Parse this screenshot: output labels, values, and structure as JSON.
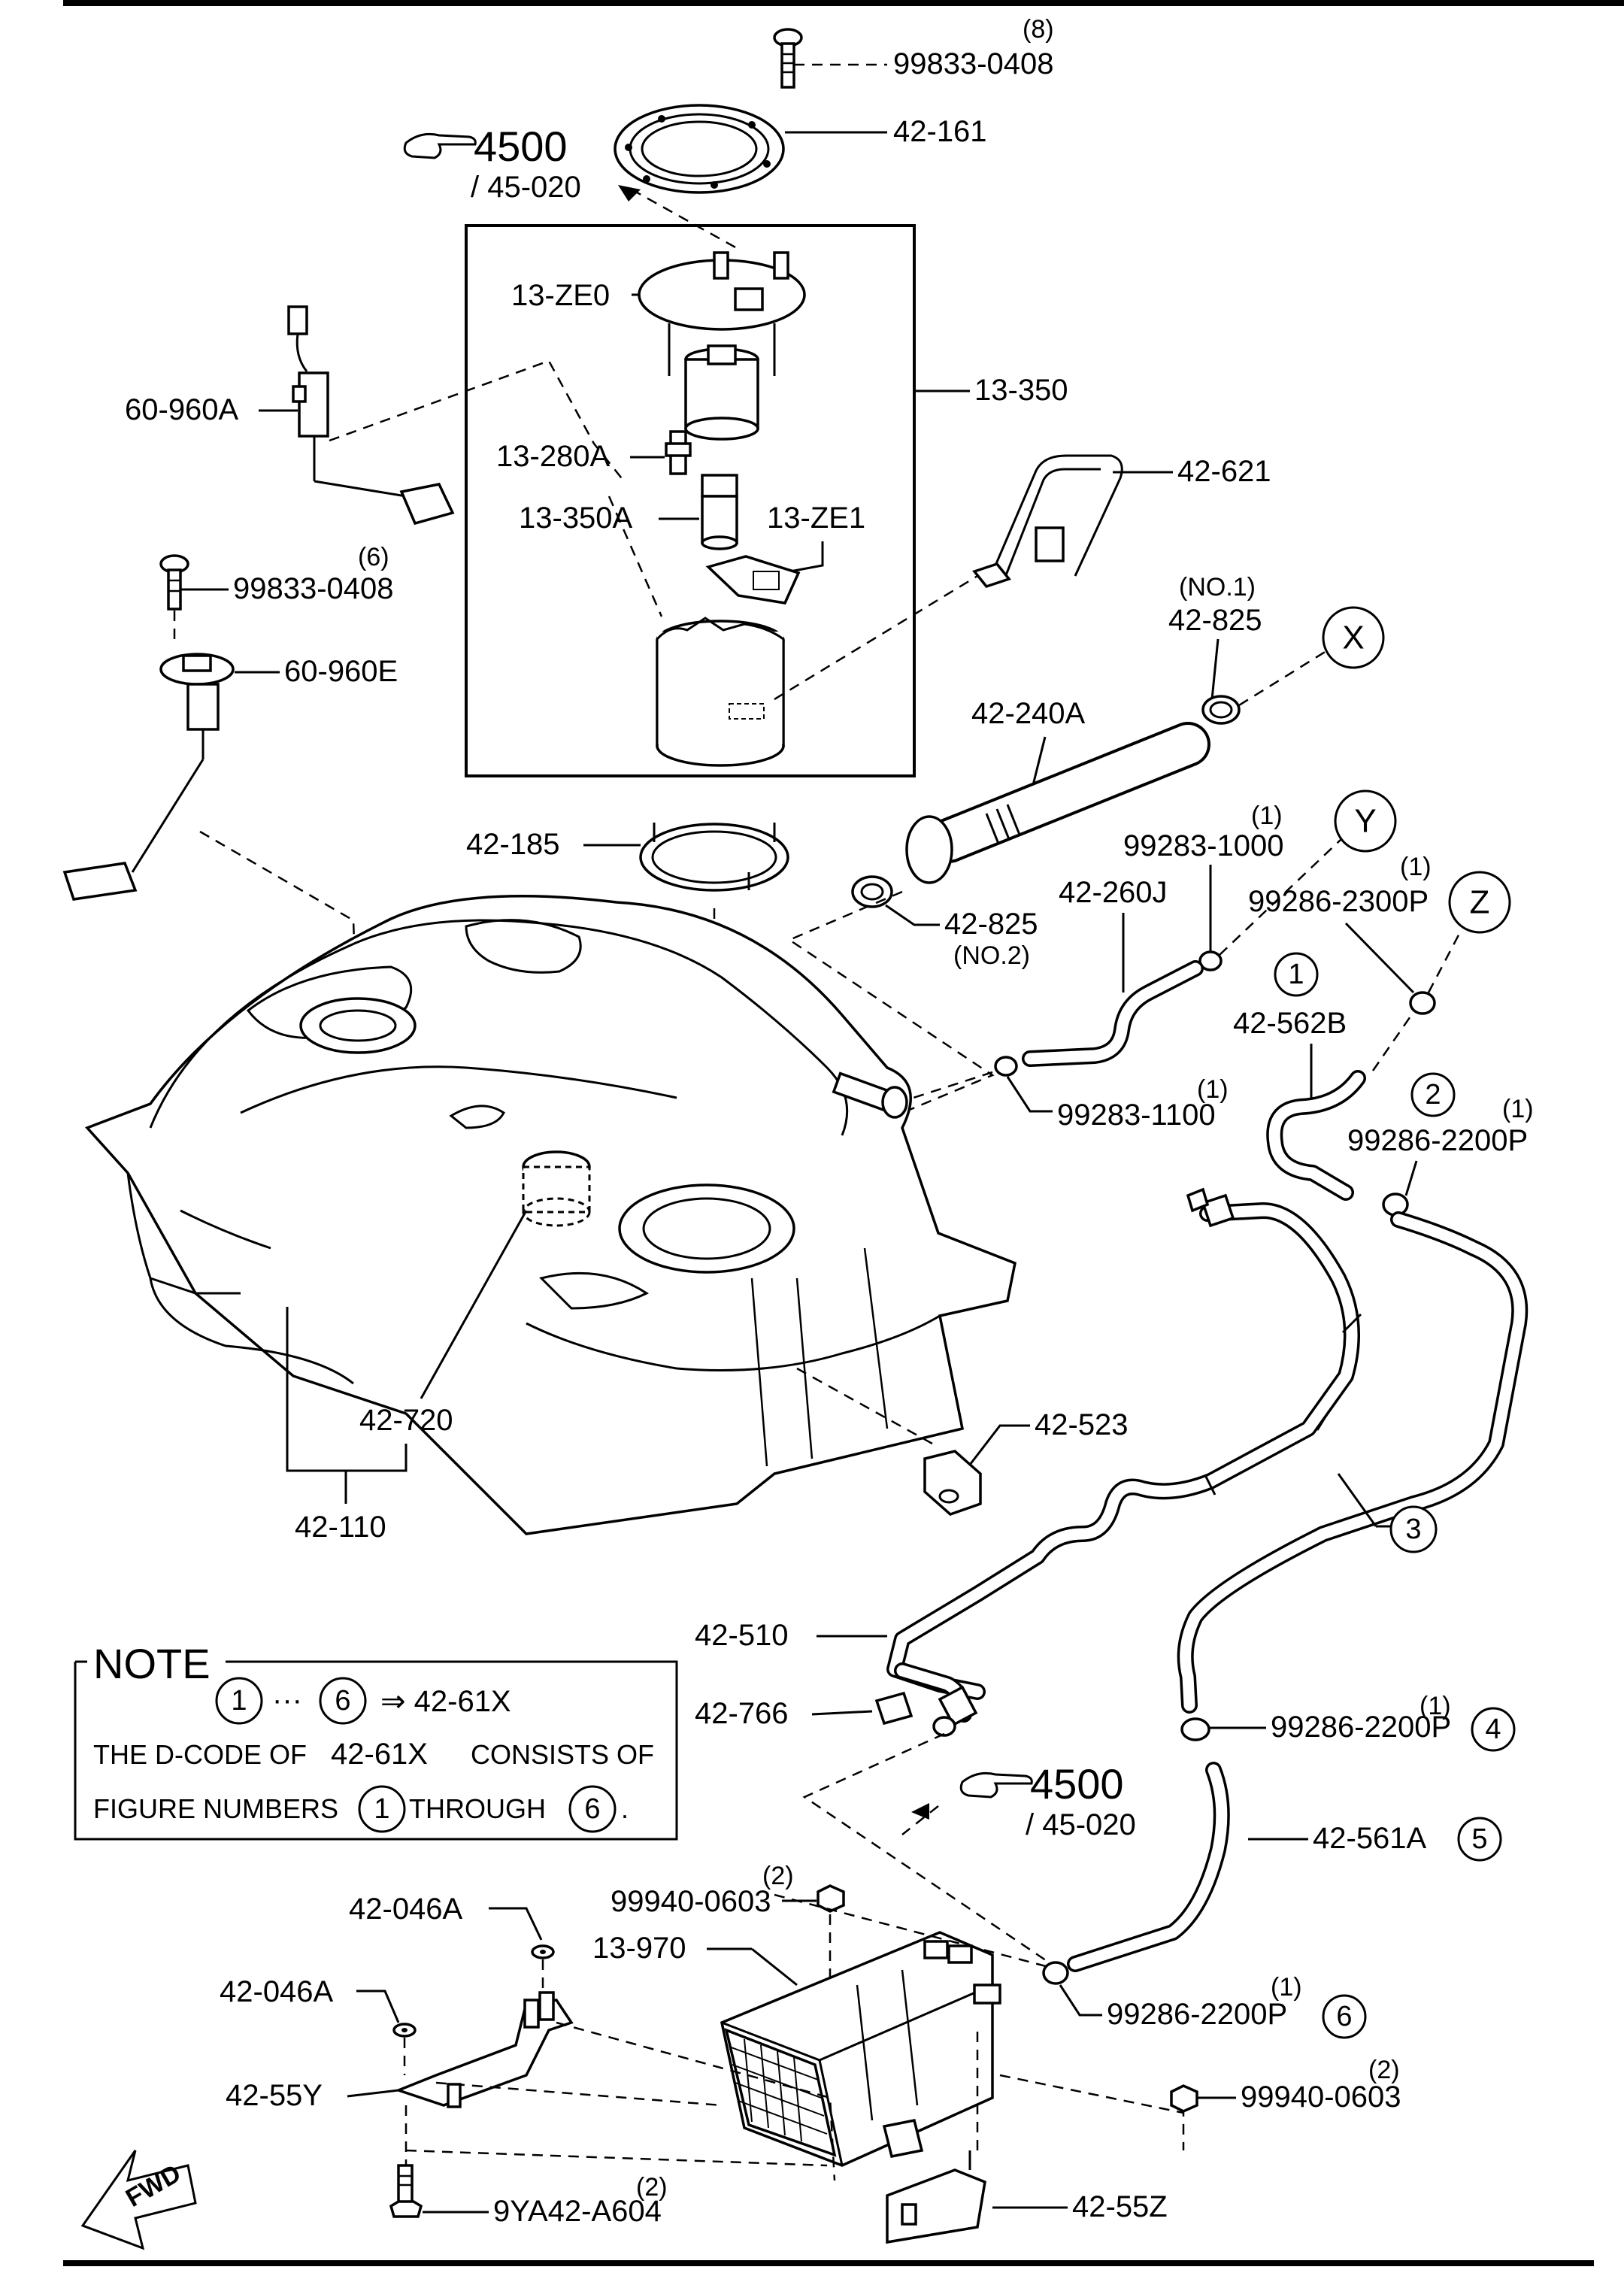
{
  "parts": {
    "p_99833_0408_top": {
      "code": "99833-0408",
      "qty": "(8)"
    },
    "p_42_161": {
      "code": "42-161"
    },
    "p_ref_4500_top": {
      "ref": "4500",
      "sub": "/ 45-020"
    },
    "p_13_ze0": {
      "code": "13-ZE0"
    },
    "p_13_350": {
      "code": "13-350"
    },
    "p_60_960a": {
      "code": "60-960A"
    },
    "p_13_280a": {
      "code": "13-280A"
    },
    "p_13_350a": {
      "code": "13-350A"
    },
    "p_13_ze1": {
      "code": "13-ZE1"
    },
    "p_42_621": {
      "code": "42-621"
    },
    "p_99833_0408_mid": {
      "code": "99833-0408",
      "qty": "(6)"
    },
    "p_60_960e": {
      "code": "60-960E"
    },
    "p_42_825_no1": {
      "code": "42-825",
      "qty": "(NO.1)"
    },
    "p_42_240a": {
      "code": "42-240A"
    },
    "p_42_185": {
      "code": "42-185"
    },
    "p_42_825_no2": {
      "code": "42-825",
      "qty": "(NO.2)"
    },
    "p_99283_1000": {
      "code": "99283-1000",
      "qty": "(1)"
    },
    "p_42_260j": {
      "code": "42-260J"
    },
    "p_99286_2300p": {
      "code": "99286-2300P",
      "qty": "(1)"
    },
    "p_42_562b": {
      "code": "42-562B"
    },
    "p_99283_1100": {
      "code": "99283-1100",
      "qty": "(1)"
    },
    "p_99286_2200p_a": {
      "code": "99286-2200P",
      "qty": "(1)"
    },
    "p_42_720": {
      "code": "42-720"
    },
    "p_42_110": {
      "code": "42-110"
    },
    "p_42_523": {
      "code": "42-523"
    },
    "p_42_510": {
      "code": "42-510"
    },
    "p_42_766": {
      "code": "42-766"
    },
    "p_99286_2200p_b": {
      "code": "99286-2200P",
      "qty": "(1)"
    },
    "p_ref_4500_bot": {
      "ref": "4500",
      "sub": "/ 45-020"
    },
    "p_42_561a": {
      "code": "42-561A"
    },
    "p_99940_0603_a": {
      "code": "99940-0603",
      "qty": "(2)"
    },
    "p_42_046a_a": {
      "code": "42-046A"
    },
    "p_13_970": {
      "code": "13-970"
    },
    "p_42_046a_b": {
      "code": "42-046A"
    },
    "p_99286_2200p_c": {
      "code": "99286-2200P",
      "qty": "(1)"
    },
    "p_42_55y": {
      "code": "42-55Y"
    },
    "p_99940_0603_b": {
      "code": "99940-0603",
      "qty": "(2)"
    },
    "p_42_55z": {
      "code": "42-55Z"
    },
    "p_9ya42_a604": {
      "code": "9YA42-A604",
      "qty": "(2)"
    }
  },
  "connectors": {
    "x": "X",
    "y": "Y",
    "z": "Z"
  },
  "figure_numbers": {
    "n1": "1",
    "n2": "2",
    "n3": "3",
    "n4": "4",
    "n5": "5",
    "n6": "6"
  },
  "note": {
    "title": "NOTE",
    "range_sep": "···",
    "arrow_target": "⇒ 42-61X",
    "line2a": "THE D-CODE OF",
    "line2b": "42-61X",
    "line2c": "CONSISTS OF",
    "line3a": "FIGURE NUMBERS",
    "line3b": "THROUGH",
    "line3c": "."
  },
  "fwd": "FWD"
}
